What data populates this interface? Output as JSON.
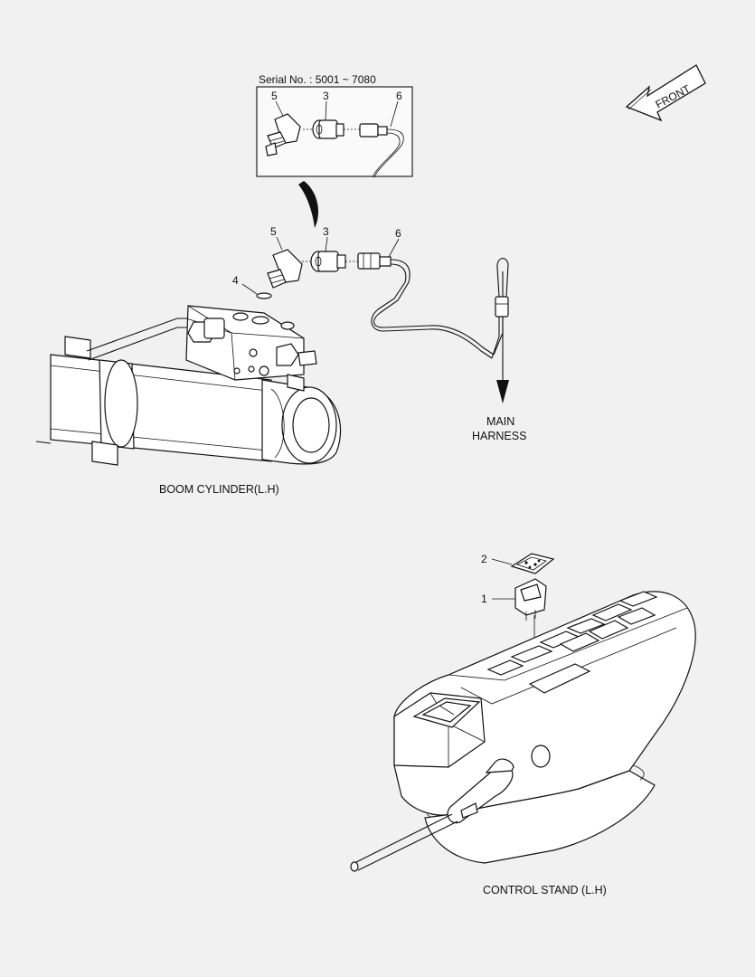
{
  "inset": {
    "serial_label": "Serial No. : 5001 ~ 7080",
    "callouts": {
      "c5": "5",
      "c3": "3",
      "c6": "6"
    }
  },
  "callouts": {
    "c1": "1",
    "c2": "2",
    "c3": "3",
    "c4": "4",
    "c5": "5",
    "c6": "6"
  },
  "front_label": "FRONT",
  "harness_label_line1": "MAIN",
  "harness_label_line2": "HARNESS",
  "captions": {
    "boom_cylinder": "BOOM CYLINDER(L.H)",
    "control_stand": "CONTROL STAND (L.H)"
  }
}
